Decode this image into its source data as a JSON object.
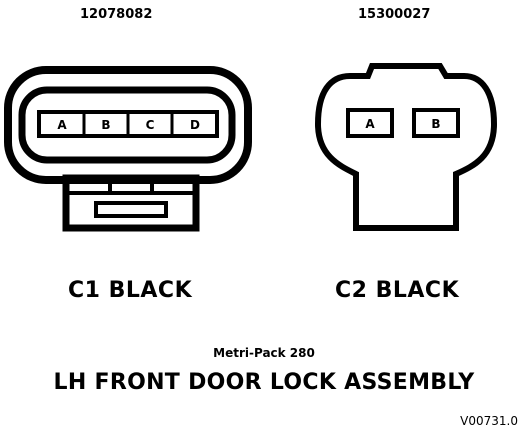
{
  "connectors": [
    {
      "part_number": "12078082",
      "label": "C1  BLACK",
      "pins": [
        "A",
        "B",
        "C",
        "D"
      ]
    },
    {
      "part_number": "15300027",
      "label": "C2  BLACK",
      "pins": [
        "A",
        "B"
      ]
    }
  ],
  "series": "Metri-Pack 280",
  "title": "LH FRONT DOOR LOCK ASSEMBLY",
  "figure_id": "V00731.0"
}
